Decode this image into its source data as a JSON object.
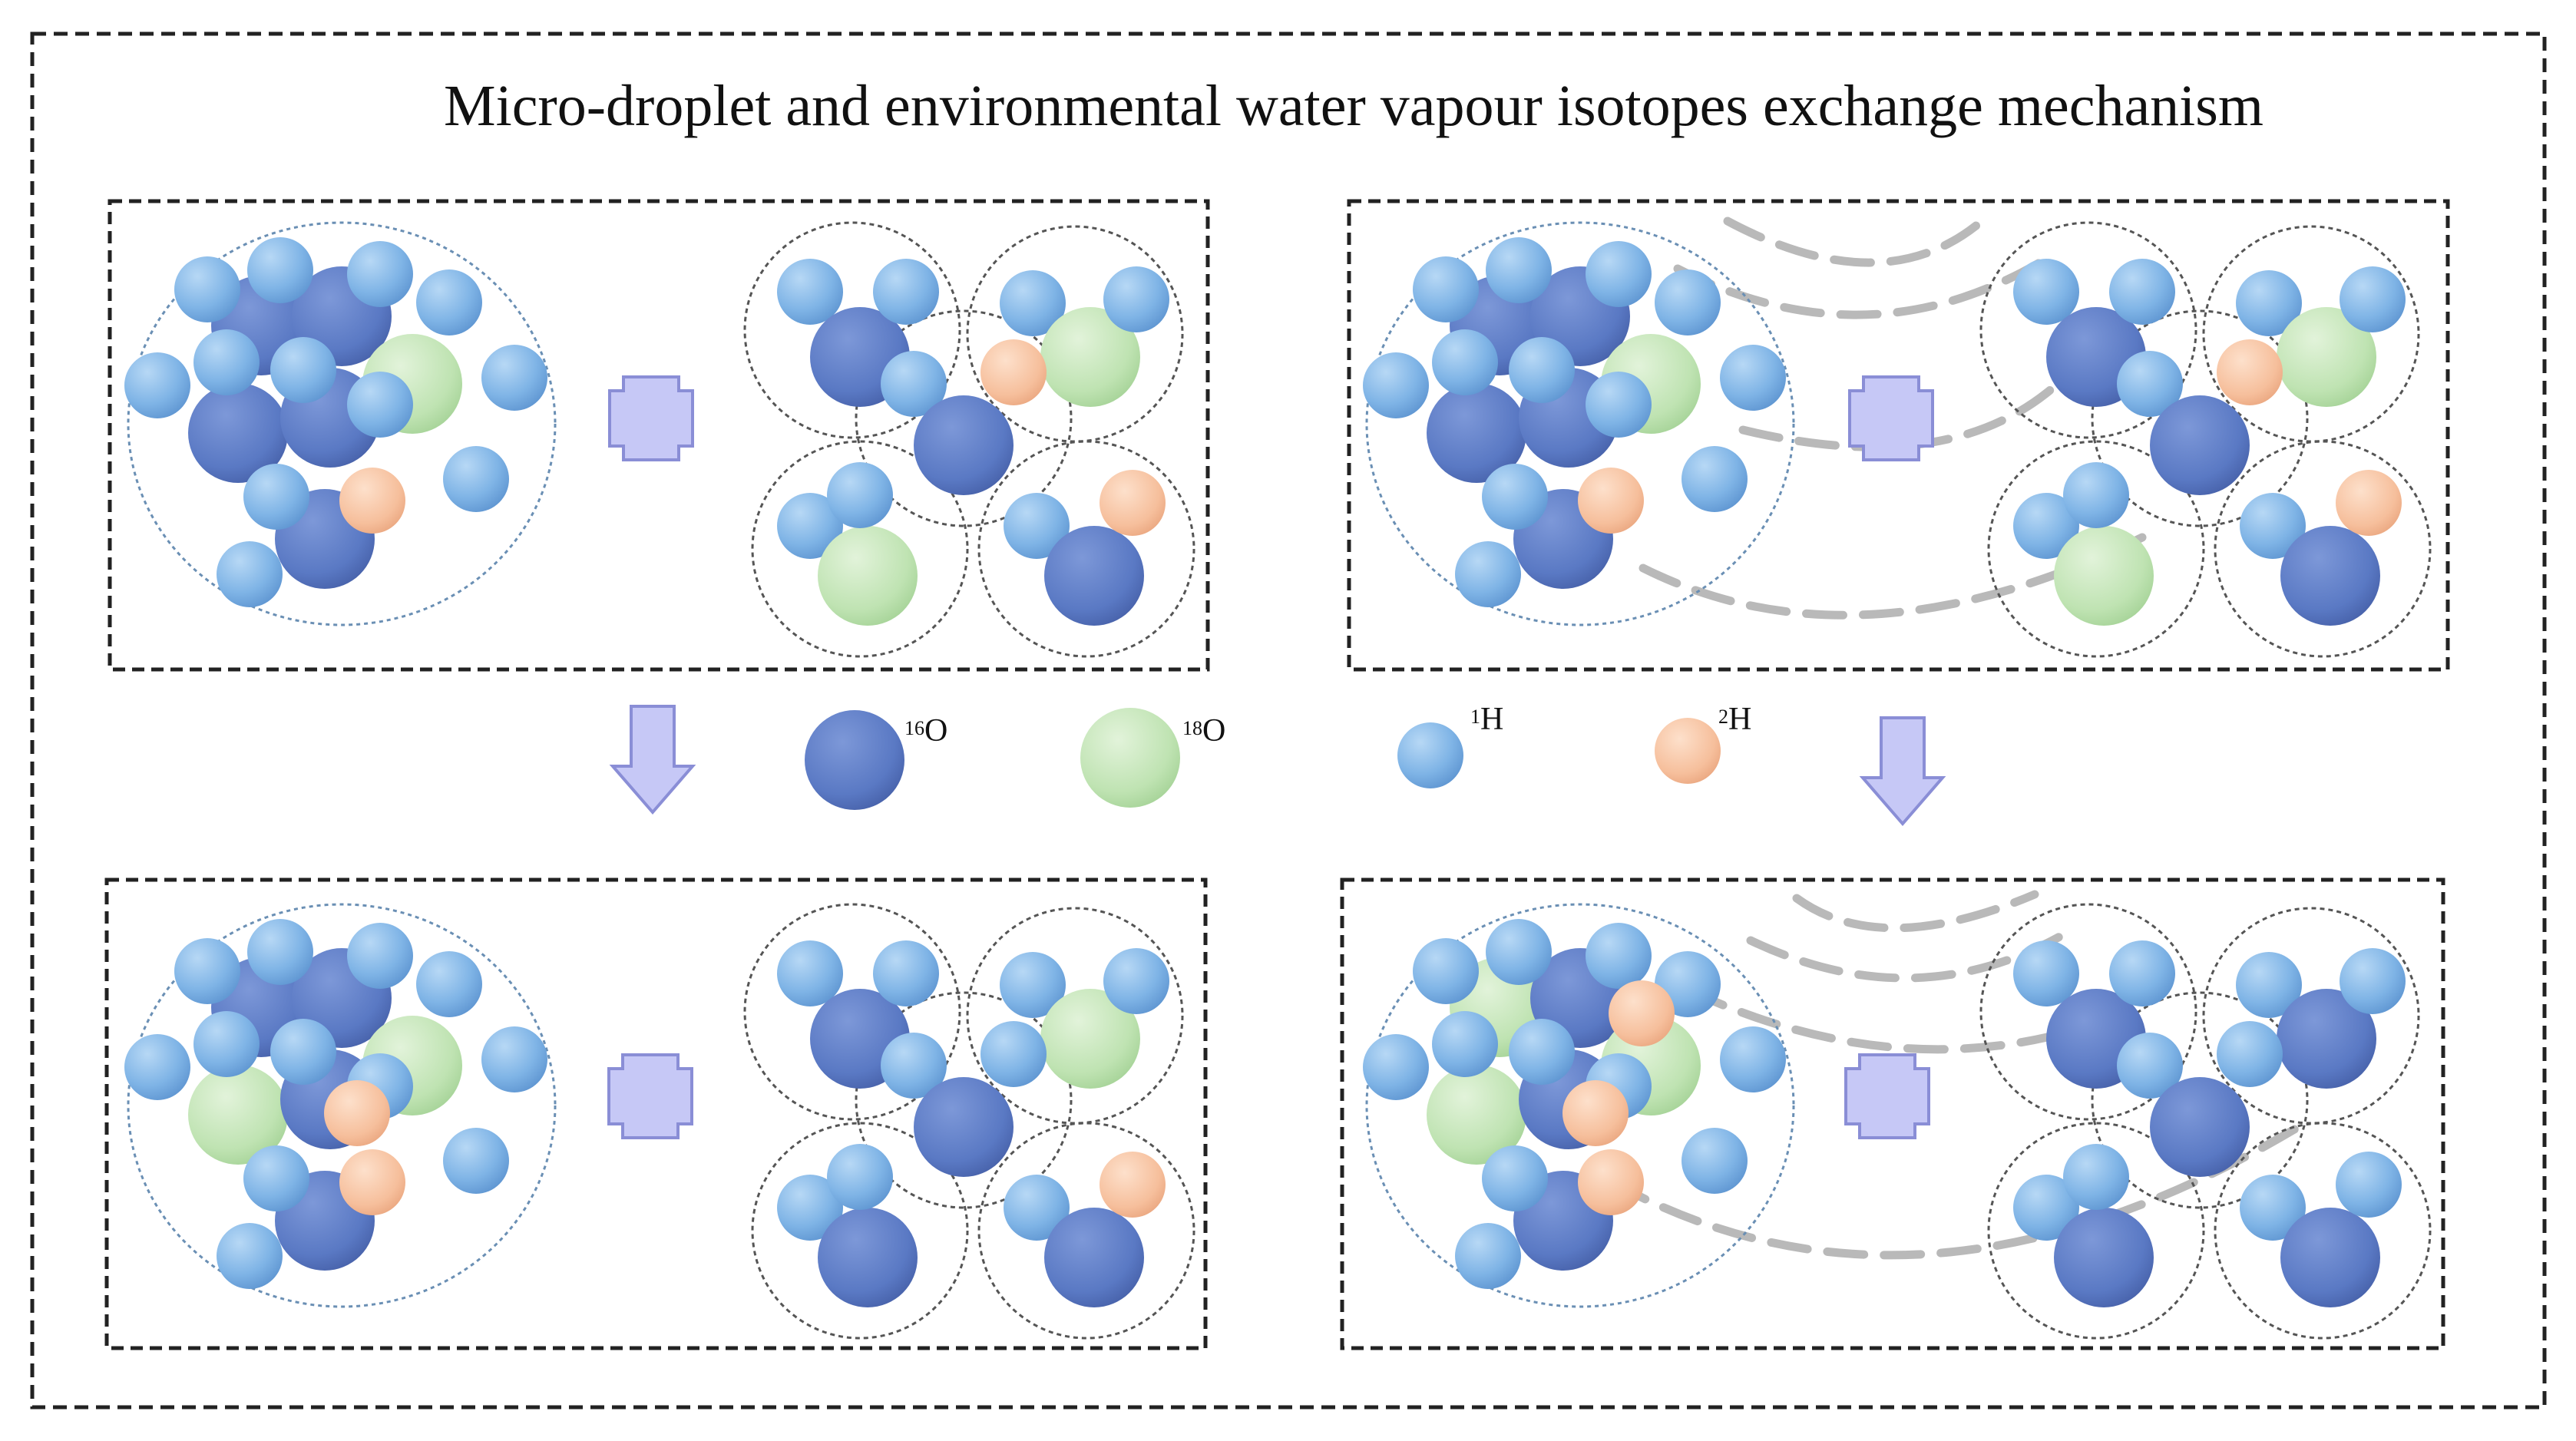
{
  "title": "Micro-droplet and environmental water vapour isotopes exchange mechanism",
  "legend": [
    {
      "key": "O16",
      "mass": "16",
      "symbol": "O"
    },
    {
      "key": "O18",
      "mass": "18",
      "symbol": "O"
    },
    {
      "key": "H1",
      "mass": "1",
      "symbol": "H"
    },
    {
      "key": "H2",
      "mass": "2",
      "symbol": "H"
    }
  ],
  "colors": {
    "O16": "#5a79c4",
    "O18": "#bfe3b2",
    "H1": "#7fb4e6",
    "H2": "#f6bf9c",
    "plus": "#c6c8f6",
    "arrow": "#c6c8f6",
    "frame": "#222222",
    "wave": "#b9b9b9",
    "droplet_outline": "#6a8fb4",
    "vapour_outline": "#555555"
  }
}
